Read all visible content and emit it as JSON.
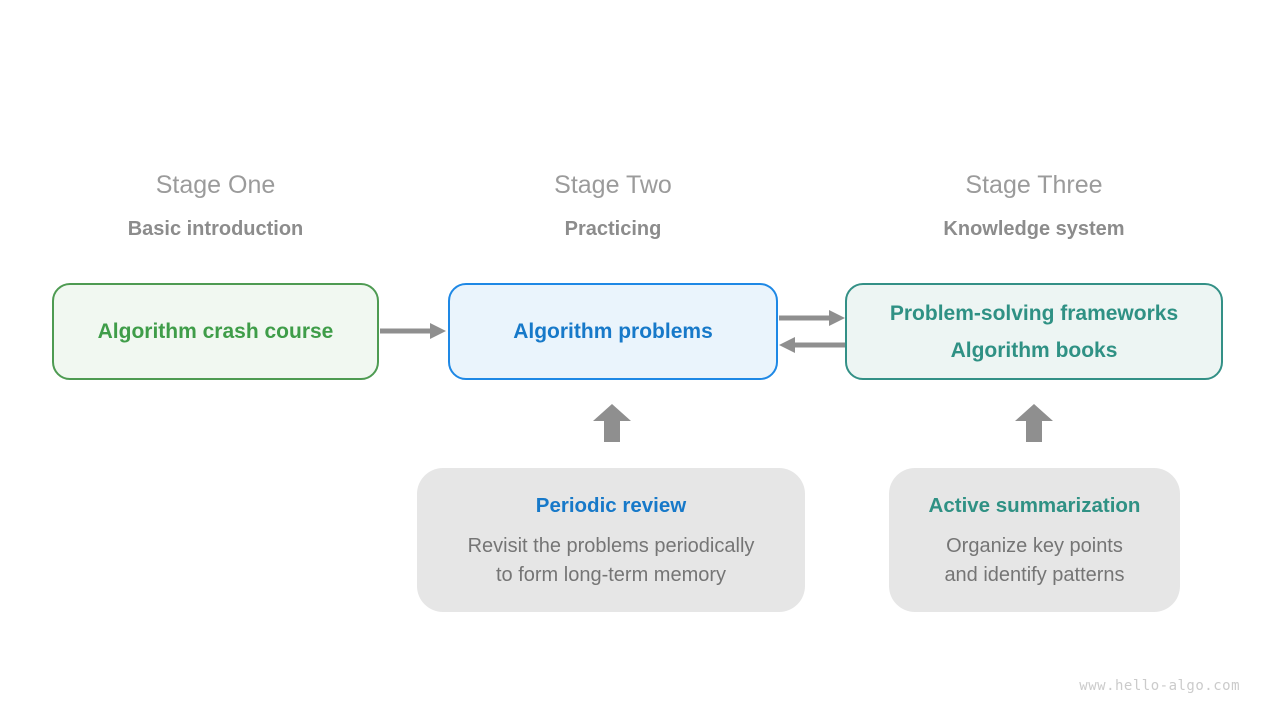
{
  "page": {
    "watermark": "www.hello-algo.com"
  },
  "colors": {
    "stage_title": "#9b9b9b",
    "stage_subtitle": "#8c8c8c",
    "arrow": "#8f8f8f",
    "note_bg": "#e6e6e6",
    "note_body_text": "#757575",
    "watermark_text": "#cbcbcb"
  },
  "stages": [
    {
      "title": "Stage One",
      "subtitle": "Basic introduction",
      "box": {
        "lines": [
          "Algorithm crash course"
        ],
        "text_color": "#3f9d49",
        "border_color": "#4e9b52",
        "bg_color": "#f1f8f1"
      }
    },
    {
      "title": "Stage Two",
      "subtitle": "Practicing",
      "box": {
        "lines": [
          "Algorithm problems"
        ],
        "text_color": "#1779c9",
        "border_color": "#1e88e5",
        "bg_color": "#eaf4fc"
      }
    },
    {
      "title": "Stage Three",
      "subtitle": "Knowledge system",
      "box": {
        "lines": [
          "Problem-solving frameworks",
          "Algorithm books"
        ],
        "text_color": "#2f9184",
        "border_color": "#339086",
        "bg_color": "#edf5f3"
      }
    }
  ],
  "notes": [
    {
      "title": "Periodic review",
      "title_color": "#1779c9",
      "body_lines": [
        "Revisit the problems periodically",
        "to form long-term memory"
      ]
    },
    {
      "title": "Active summarization",
      "title_color": "#2f9184",
      "body_lines": [
        "Organize key points",
        "and identify patterns"
      ]
    }
  ]
}
